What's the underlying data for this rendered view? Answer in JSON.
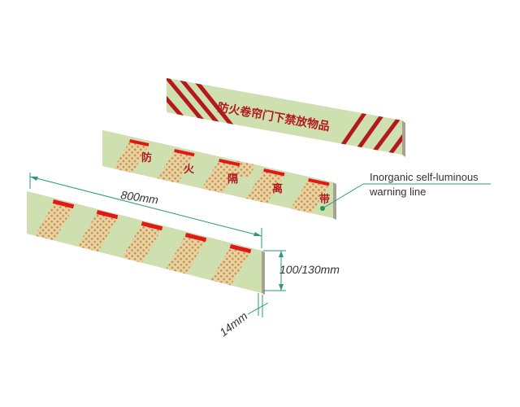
{
  "colors": {
    "board_face": "#cfe0b0",
    "board_edge": "#a8a090",
    "stripe_red": "#b3191c",
    "bright_red": "#e01818",
    "mesh": "#d8b070",
    "dimension_line": "#2a9a7a",
    "callout_dot": "#1e9a4a"
  },
  "boards": {
    "top": {
      "text": "防火卷帘门下禁放物品",
      "style": "diagonal red stripes at both ends"
    },
    "middle": {
      "characters": [
        "防",
        "火",
        "隔",
        "离",
        "带"
      ],
      "style": "alternating mesh bands with characters"
    },
    "bottom": {
      "style": "alternating mesh bands"
    }
  },
  "dimensions": {
    "length": "800mm",
    "height": "100/130mm",
    "thickness": "14mm"
  },
  "callout": {
    "line1": "Inorganic self-luminous",
    "line2": "warning line"
  }
}
